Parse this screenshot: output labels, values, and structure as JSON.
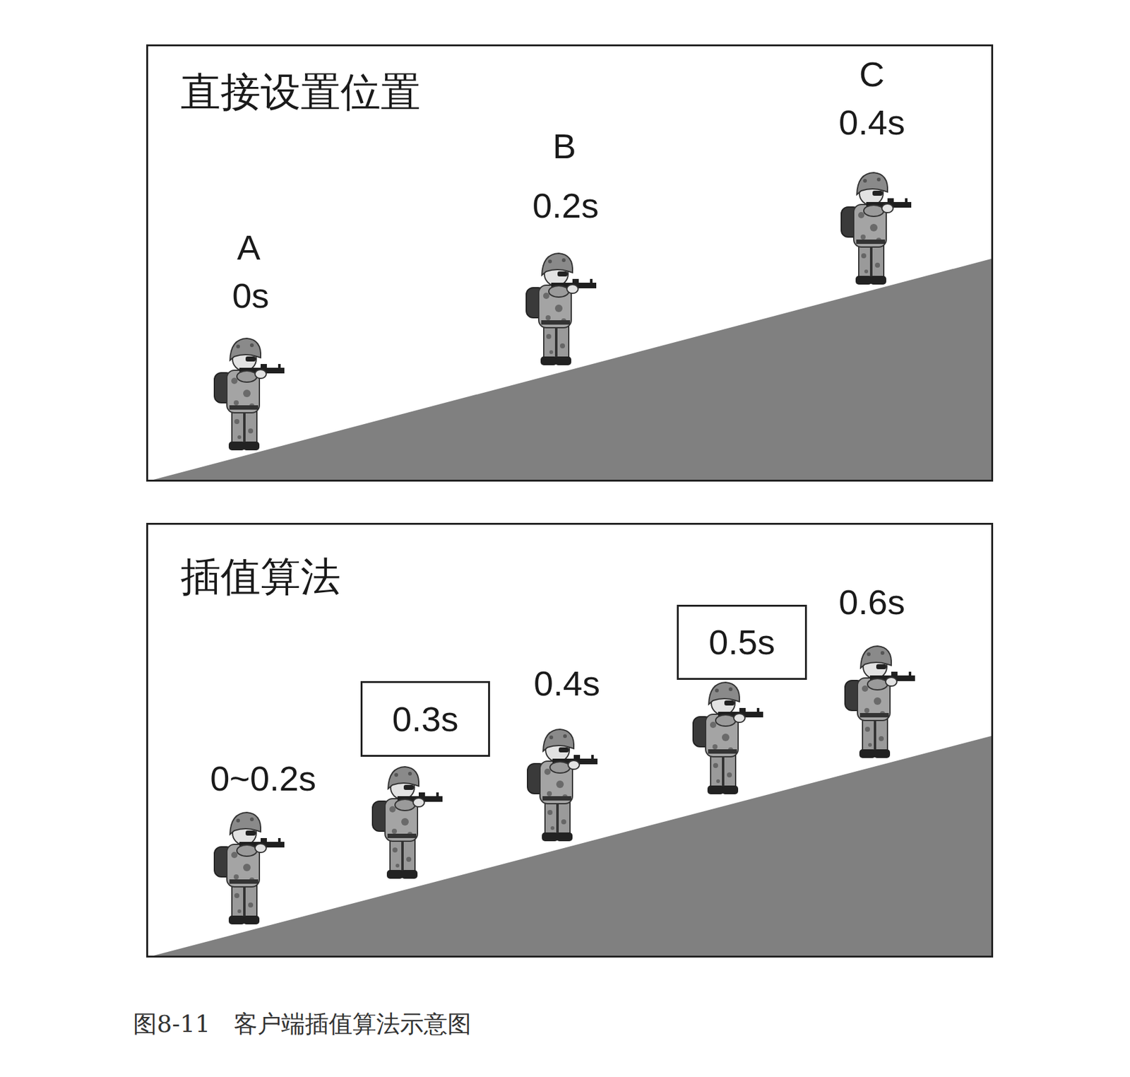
{
  "diagram": {
    "caption": "图8-11　客户端插值算法示意图",
    "nodes": [
      {
        "text": [
          "直接设置位置"
        ]
      },
      {
        "text": [
          "插值算法"
        ]
      },
      {
        "text": [
          "0.3s"
        ],
        "in": 1
      },
      {
        "text": [
          "0.5s"
        ],
        "in": 1
      }
    ],
    "labels": [
      "A",
      "0s",
      "B",
      "0.2s",
      "C",
      "0.4s",
      "0~0.2s",
      "0.4s",
      "0.6s"
    ]
  }
}
